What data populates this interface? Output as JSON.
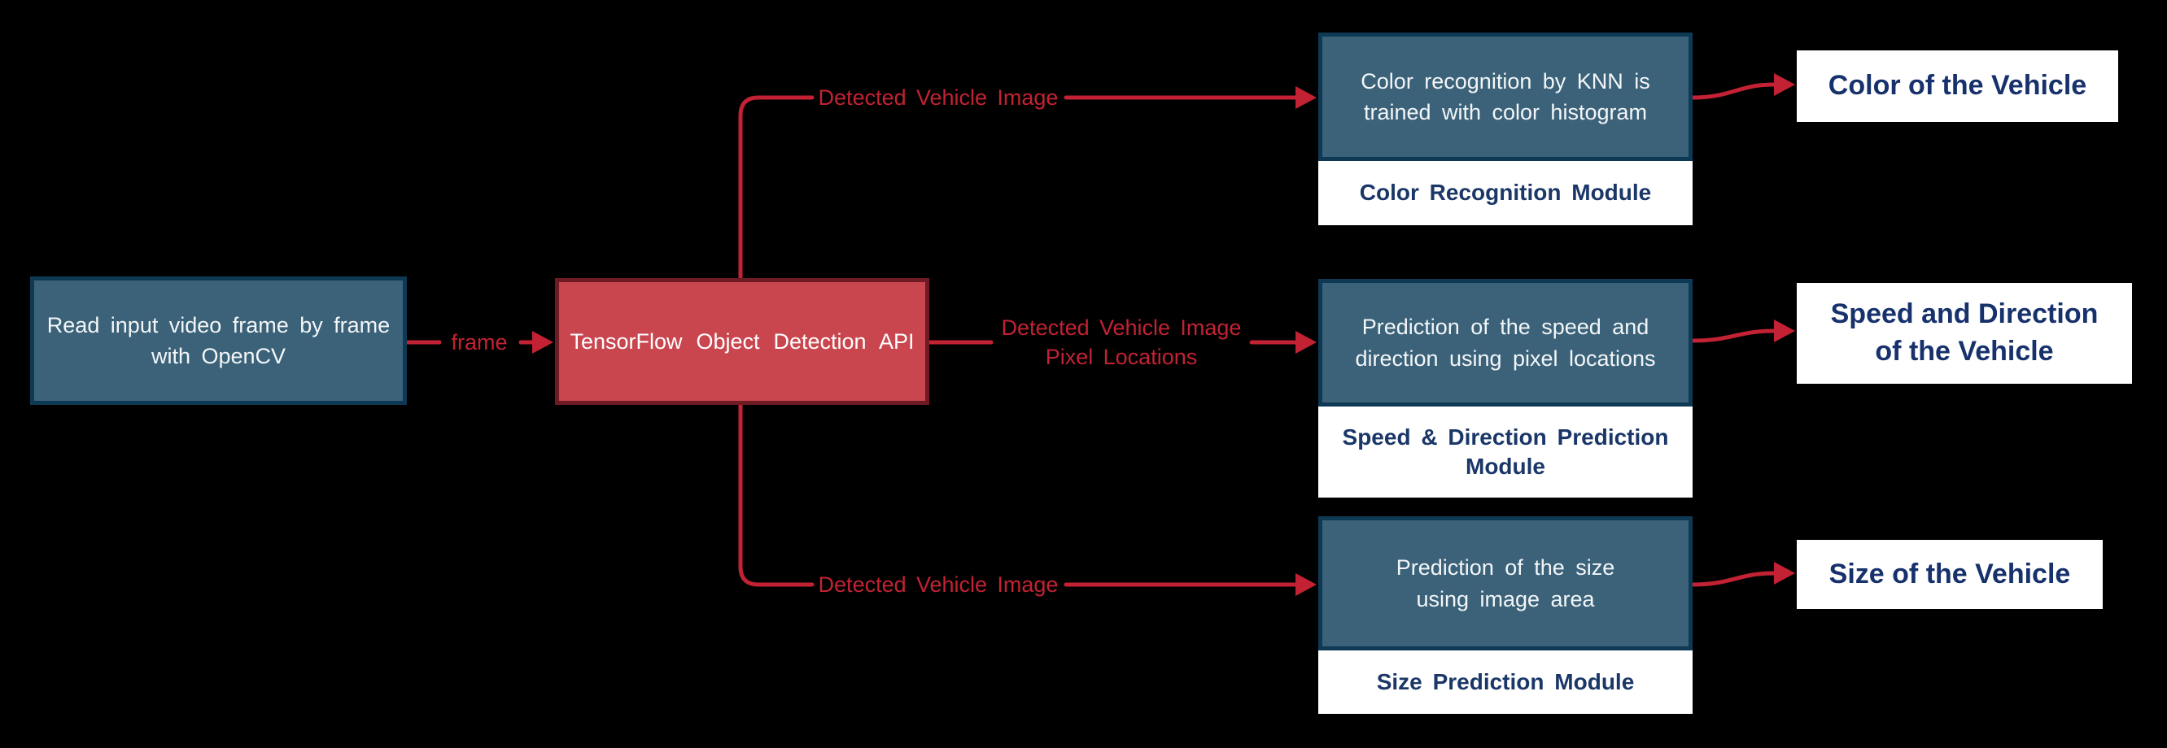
{
  "colors": {
    "background": "#000000",
    "module_fill": "#3B6279",
    "module_border": "#0E3955",
    "api_fill": "#C9464F",
    "api_border": "#6E1B23",
    "connector_red": "#C22233",
    "strip_bg": "#FFFFFF",
    "navy_text": "#1B3768",
    "output_navy": "#16316B",
    "white_text": "#F3F6F8"
  },
  "nodes": {
    "input": {
      "lines": [
        "Read input video frame by frame",
        "with OpenCV"
      ]
    },
    "api": {
      "label": "TensorFlow Object Detection API"
    },
    "color_module": {
      "body": [
        "Color recognition by KNN is",
        "trained with color histogram"
      ],
      "strip": [
        "Color Recognition Module"
      ]
    },
    "speed_module": {
      "body": [
        "Prediction of the speed and",
        "direction using pixel locations"
      ],
      "strip": [
        "Speed & Direction Prediction",
        "Module"
      ]
    },
    "size_module": {
      "body": [
        "Prediction of the size",
        "using image area"
      ],
      "strip": [
        "Size Prediction Module"
      ]
    }
  },
  "edges": {
    "frame": {
      "label": "frame"
    },
    "top": {
      "lines": [
        "Detected Vehicle Image"
      ]
    },
    "middle": {
      "lines": [
        "Detected Vehicle Image",
        "Pixel Locations"
      ]
    },
    "bottom": {
      "lines": [
        "Detected Vehicle Image"
      ]
    }
  },
  "outputs": {
    "color": {
      "lines": [
        "Color of the Vehicle"
      ]
    },
    "speed": {
      "lines": [
        "Speed and Direction",
        "of the Vehicle"
      ]
    },
    "size": {
      "lines": [
        "Size of the Vehicle"
      ]
    }
  }
}
